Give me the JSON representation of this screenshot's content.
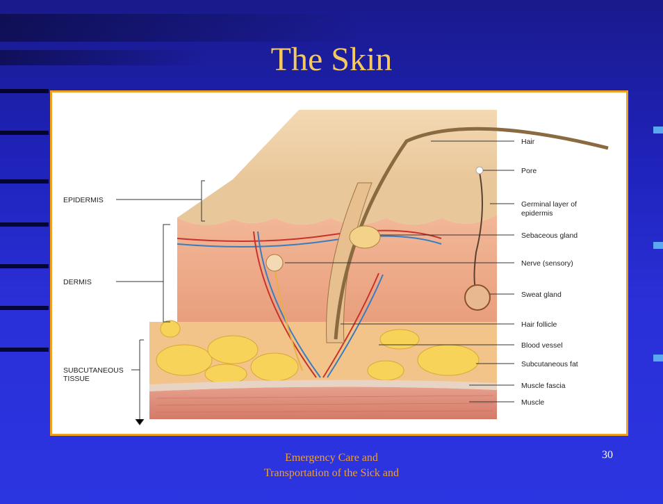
{
  "slide": {
    "title": "The Skin",
    "footer_line1": "Emergency Care and",
    "footer_line2": "Transportation of the Sick and",
    "page_number": "30"
  },
  "diagram": {
    "left_labels": {
      "epidermis": "EPIDERMIS",
      "dermis": "DERMIS",
      "subcutaneous_1": "SUBCUTANEOUS",
      "subcutaneous_2": "TISSUE"
    },
    "right_labels": {
      "hair": "Hair",
      "pore": "Pore",
      "germinal_1": "Germinal layer of",
      "germinal_2": "epidermis",
      "sebaceous": "Sebaceous gland",
      "nerve": "Nerve (sensory)",
      "sweat": "Sweat gland",
      "follicle": "Hair follicle",
      "blood": "Blood vessel",
      "fat": "Subcutaneous fat",
      "fascia": "Muscle fascia",
      "muscle": "Muscle"
    }
  },
  "colors": {
    "title": "#f5c860",
    "frame_border": "#f0a020",
    "footer": "#f0a030"
  }
}
